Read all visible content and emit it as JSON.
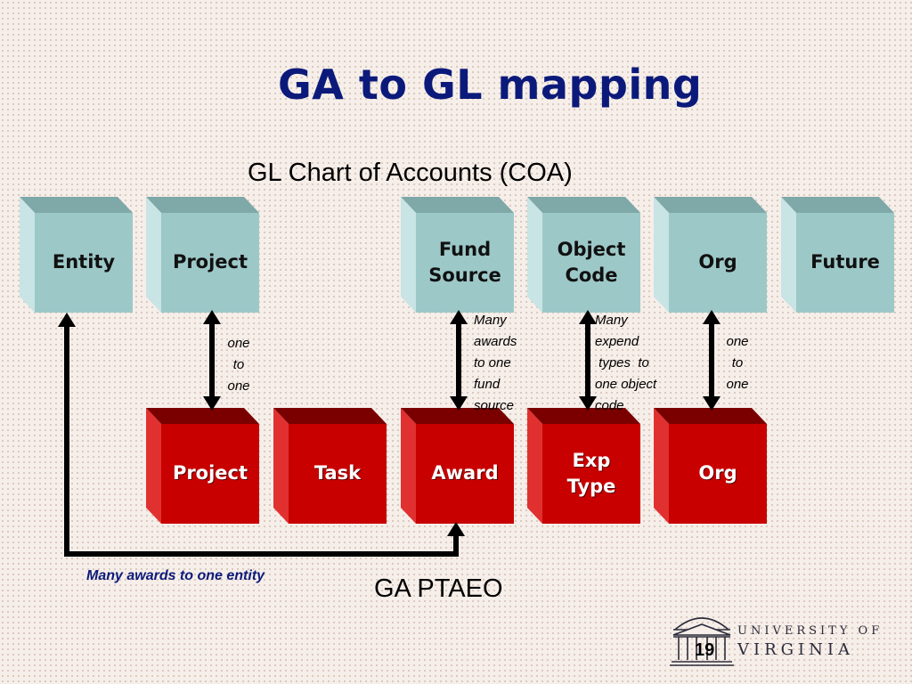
{
  "title": "GA to GL mapping",
  "gl": {
    "heading": "GL Chart of Accounts (COA)",
    "boxes": [
      "Entity",
      "Project",
      "Fund\nSource",
      "Object\nCode",
      "Org",
      "Future"
    ]
  },
  "ga": {
    "heading": "GA PTAEO",
    "boxes": [
      "Project",
      "Task",
      "Award",
      "Exp\nType",
      "Org"
    ]
  },
  "notes": {
    "project": "one\nto\none",
    "fund": "Many\nawards\nto one\nfund\nsource",
    "object": "Many\nexpend\n types  to\none object\ncode",
    "org": "one\nto\none",
    "entity": "Many awards to one entity"
  },
  "logo": {
    "line1": "UNIVERSITY OF",
    "line2": "VIRGINIA"
  },
  "page_number": "19",
  "colors": {
    "title": "#0b1a7a",
    "gl_box": "#9dc8c8",
    "ga_box": "#c80000",
    "arrow": "#000000"
  }
}
